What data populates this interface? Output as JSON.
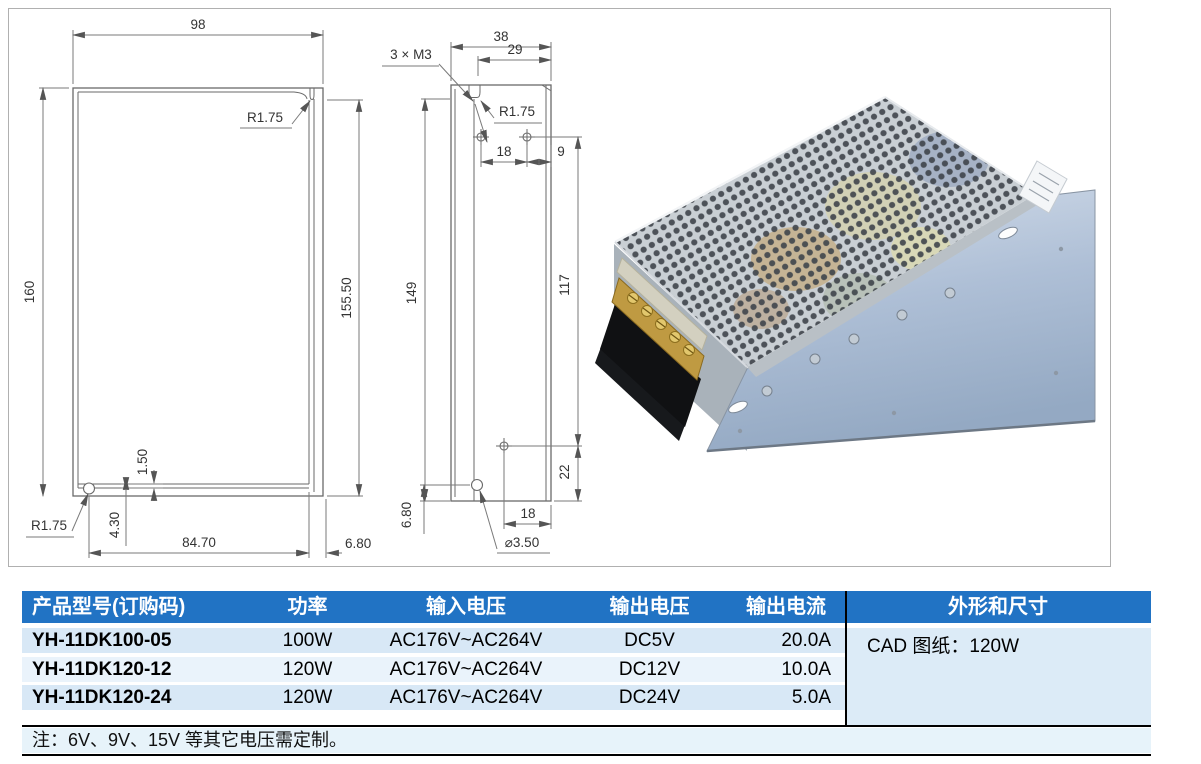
{
  "figure": {
    "front_view": {
      "width_top": "98",
      "height_left": "160",
      "height_right": "155.50",
      "corner_radius_top": "R1.75",
      "corner_radius_bottom": "R1.75",
      "flange_offset": "1.50",
      "hole_offset": "4.30",
      "width_bottom": "84.70",
      "side_offset": "6.80"
    },
    "side_view": {
      "thread_callout": "3 × M3",
      "width_top": "38",
      "width_inner": "29",
      "corner_radius": "R1.75",
      "hole_spacing_top": "18",
      "edge_offset_top": "9",
      "height_left": "149",
      "height_right": "117",
      "hole_offset_bottom": "22",
      "hole_spacing_bottom": "18",
      "bottom_offset": "6.80",
      "hole_diameter": "⌀3.50"
    }
  },
  "table": {
    "headers": [
      "产品型号(订购码)",
      "功率",
      "输入电压",
      "输出电压",
      "输出电流",
      "外形和尺寸"
    ],
    "rows": [
      {
        "model": "YH-11DK100-05",
        "power": "100W",
        "input": "AC176V~AC264V",
        "output_voltage": "DC5V",
        "output_current": "20.0A"
      },
      {
        "model": "YH-11DK120-12",
        "power": "120W",
        "input": "AC176V~AC264V",
        "output_voltage": "DC12V",
        "output_current": "10.0A"
      },
      {
        "model": "YH-11DK120-24",
        "power": "120W",
        "input": "AC176V~AC264V",
        "output_voltage": "DC24V",
        "output_current": "5.0A"
      }
    ],
    "dimension_cell": "CAD 图纸：120W",
    "note": "注：6V、9V、15V 等其它电压需定制。"
  },
  "colors": {
    "header_bg": "#2173C4",
    "header_text": "#FFFFFF",
    "row_odd": "#D8E8F6",
    "row_even": "#EAF3FB",
    "merged_cell": "#DCEBF7",
    "note_bg": "#E7F3FA",
    "divider": "#000000",
    "figure_border": "#B0B0B0",
    "drawing_line": "#6A6A6A"
  }
}
